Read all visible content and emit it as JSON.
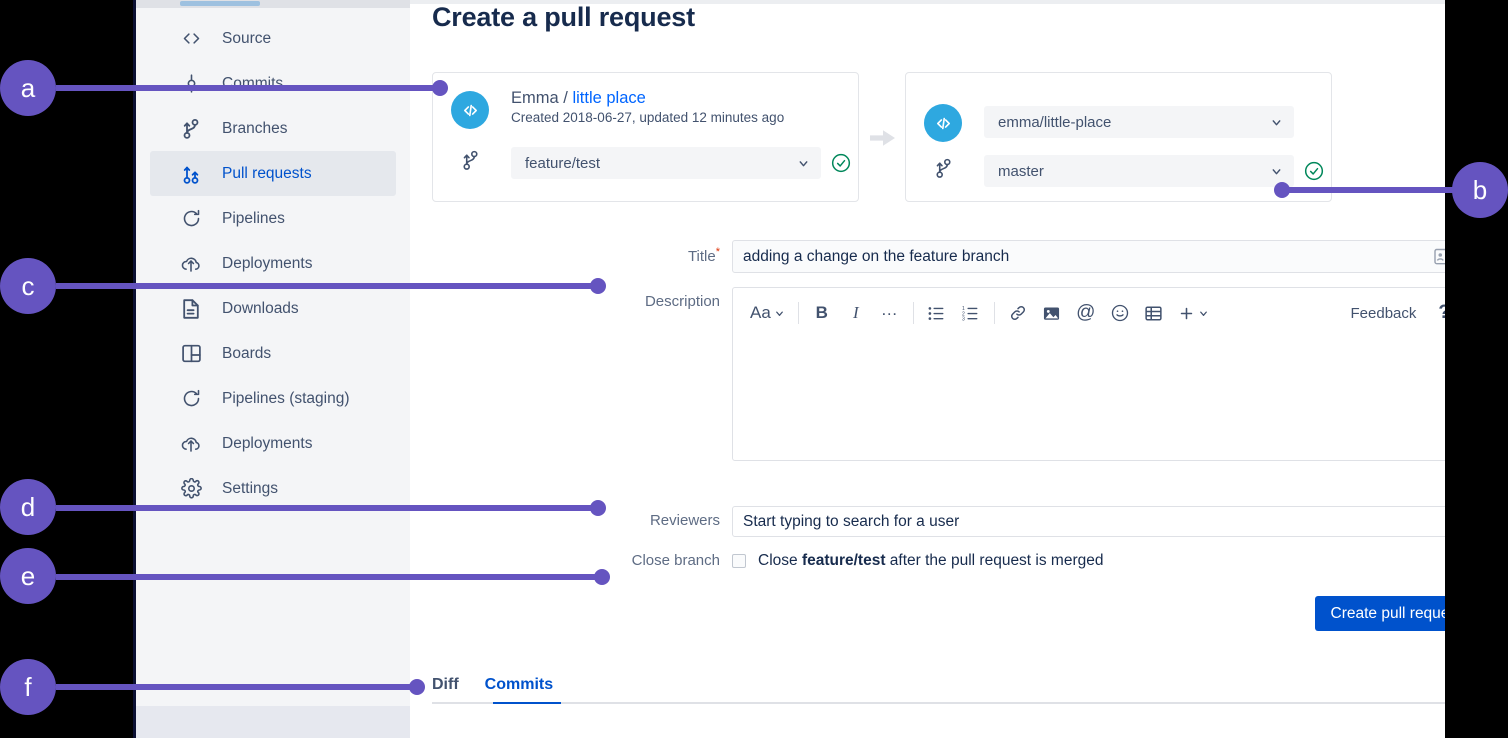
{
  "app": {
    "page_title": "Create a pull request"
  },
  "sidebar": {
    "items": [
      {
        "label": "Source",
        "icon": "code-icon",
        "active": false
      },
      {
        "label": "Commits",
        "icon": "commits-icon",
        "active": false
      },
      {
        "label": "Branches",
        "icon": "branch-icon",
        "active": false
      },
      {
        "label": "Pull requests",
        "icon": "pull-request-icon",
        "active": true
      },
      {
        "label": "Pipelines",
        "icon": "pipelines-icon",
        "active": false
      },
      {
        "label": "Deployments",
        "icon": "deployments-icon",
        "active": false
      },
      {
        "label": "Downloads",
        "icon": "downloads-icon",
        "active": false
      },
      {
        "label": "Boards",
        "icon": "boards-icon",
        "active": false
      },
      {
        "label": "Pipelines (staging)",
        "icon": "pipelines-icon",
        "active": false
      },
      {
        "label": "Deployments",
        "icon": "deployments-icon",
        "active": false
      },
      {
        "label": "Settings",
        "icon": "gear-icon",
        "active": false
      }
    ]
  },
  "source_panel": {
    "owner": "Emma",
    "separator": "/",
    "repo_link": "little place",
    "meta": "Created 2018-06-27, updated 12 minutes ago",
    "branch_value": "feature/test",
    "status": "valid"
  },
  "destination_panel": {
    "repo_value": "emma/little-place",
    "branch_value": "master",
    "status": "valid"
  },
  "form": {
    "title_label": "Title",
    "title_required_mark": "*",
    "title_value": "adding a change on the feature branch",
    "description_label": "Description",
    "reviewers_label": "Reviewers",
    "reviewers_placeholder": "Start typing to search for a user",
    "close_branch_label": "Close branch",
    "close_branch_prefix": "Close ",
    "close_branch_branch": "feature/test",
    "close_branch_suffix": " after the pull request is merged",
    "close_branch_checked": false,
    "submit_label": "Create pull request"
  },
  "editor_toolbar": {
    "text_style_label": "Aa",
    "bold_label": "B",
    "italic_label": "I",
    "more_label": "…",
    "bullet_list": "bulleted-list-icon",
    "numbered_list": "numbered-list-icon",
    "link": "link-icon",
    "image": "image-icon",
    "mention": "mention-icon",
    "emoji": "emoji-icon",
    "table": "table-icon",
    "insert_more": "plus-icon",
    "feedback_label": "Feedback",
    "help_label": "?"
  },
  "tabs": [
    {
      "label": "Diff",
      "active": false
    },
    {
      "label": "Commits",
      "active": true
    }
  ],
  "annotations": [
    {
      "letter": "a"
    },
    {
      "letter": "b"
    },
    {
      "letter": "c"
    },
    {
      "letter": "d"
    },
    {
      "letter": "e"
    },
    {
      "letter": "f"
    }
  ],
  "colors": {
    "brand_blue": "#0052cc",
    "annotation_purple": "#6554c0",
    "success_green": "#00875a",
    "avatar_blue": "#2ea8e0",
    "text_dark": "#172b4d",
    "text_muted": "#42526e"
  }
}
